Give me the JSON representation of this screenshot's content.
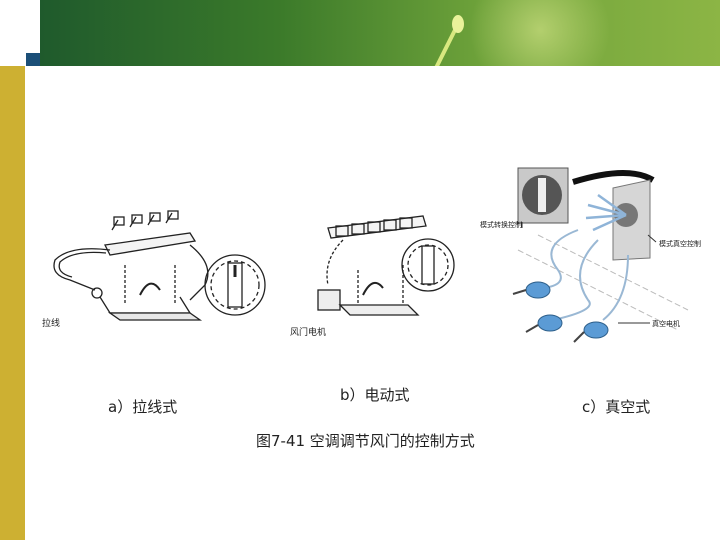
{
  "figure": {
    "panel_a": {
      "caption": "a）拉线式",
      "label_cable": "拉线"
    },
    "panel_b": {
      "caption": "b）电动式",
      "label_motor": "风门电机"
    },
    "panel_c": {
      "caption": "c）真空式",
      "label_mode_switch": "模式转换控制",
      "label_vacuum_control": "模式真空控制",
      "label_vacuum_motor": "真空电机"
    },
    "title": "图7-41  空调调节风门的控制方式"
  }
}
